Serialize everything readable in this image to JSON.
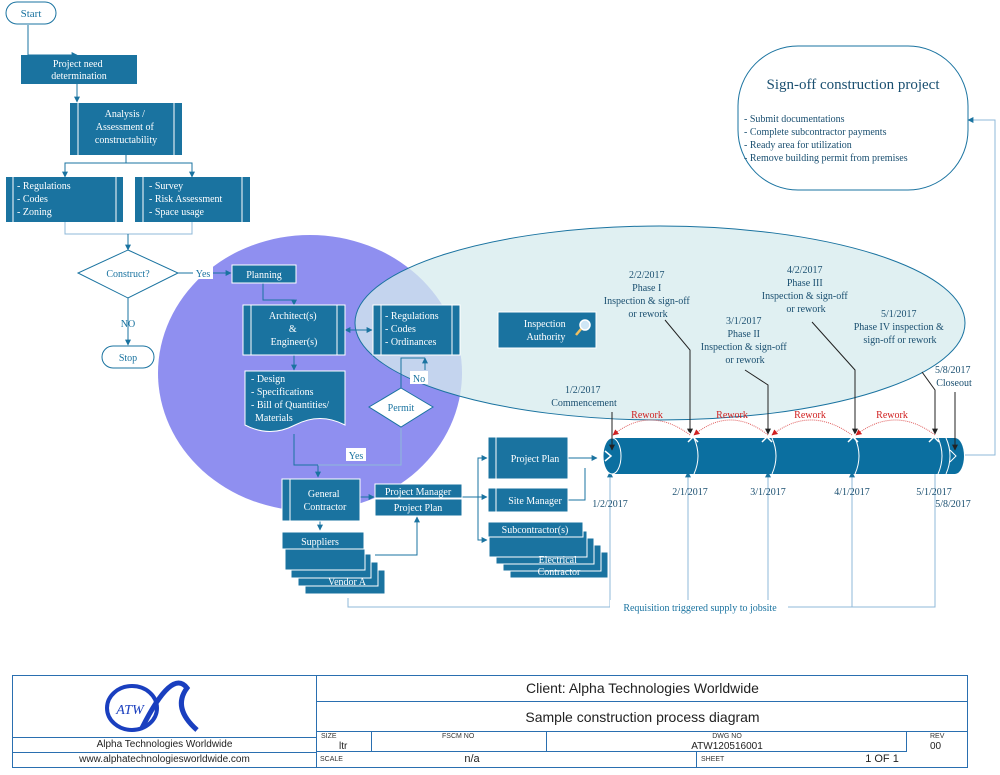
{
  "flow": {
    "start": "Start",
    "need": [
      "Project need",
      "determination"
    ],
    "analysis": [
      "Analysis /",
      "Assessment of",
      "constructability"
    ],
    "reg_left": [
      "- Regulations",
      "- Codes",
      "- Zoning"
    ],
    "survey": [
      "- Survey",
      "- Risk Assessment",
      "- Space usage"
    ],
    "construct": "Construct?",
    "yes1": "Yes",
    "no1": "NO",
    "stop": "Stop",
    "planning": "Planning",
    "architects": [
      "Architect(s)",
      "&",
      "Engineer(s)"
    ],
    "reg_right": [
      "- Regulations",
      "- Codes",
      "- Ordinances"
    ],
    "design": [
      "- Design",
      "- Specifications",
      "- Bill of Quantities/",
      "  Materials"
    ],
    "permit": "Permit",
    "no2": "No",
    "yes2": "Yes",
    "inspection": [
      "Inspection",
      "Authority"
    ],
    "gc": [
      "General",
      "Contractor"
    ],
    "pm": [
      "Project Manager",
      "Project Plan"
    ],
    "suppliers": "Suppliers",
    "vendor": "Vendor A",
    "project_plan": "Project Plan",
    "site_manager": "Site Manager",
    "subcontractors": "Subcontractor(s)",
    "electrical": [
      "Electrical",
      "Contractor"
    ],
    "requisition": "Requisition triggered supply to jobsite",
    "signoff_title": "Sign-off construction project",
    "signoff_items": [
      "- Submit documentations",
      "- Complete subcontractor payments",
      "- Ready area for utilization",
      "- Remove building permit from premises"
    ]
  },
  "timeline": {
    "commencement": [
      "1/2/2017",
      "Commencement"
    ],
    "phase1": [
      "2/2/2017",
      "Phase I",
      "Inspection & sign-off",
      "or rework"
    ],
    "phase2": [
      "3/1/2017",
      "Phase II",
      "Inspection & sign-off",
      "or rework"
    ],
    "phase3": [
      "4/2/2017",
      "Phase III",
      "Inspection & sign-off",
      "or rework"
    ],
    "phase4": [
      "5/1/2017",
      "Phase IV inspection &",
      "sign-off or rework"
    ],
    "closeout": [
      "5/8/2017",
      "Closeout"
    ],
    "rework": "Rework",
    "bottom_dates": [
      "1/2/2017",
      "2/1/2017",
      "3/1/2017",
      "4/1/2017",
      "5/1/2017",
      "5/8/2017"
    ]
  },
  "title_block": {
    "logo_text": "ATW",
    "company": "Alpha Technologies Worldwide",
    "website": "www.alphatechnologiesworldwide.com",
    "client": "Client: Alpha Technologies Worldwide",
    "title": "Sample construction process diagram",
    "size_label": "SIZE",
    "size_value": "ltr",
    "fscm_label": "FSCM NO",
    "dwg_label": "DWG NO",
    "dwg_value": "ATW120516001",
    "rev_label": "REV",
    "rev_value": "00",
    "scale_label": "SCALE",
    "scale_value": "n/a",
    "sheet_label": "SHEET",
    "sheet_value": "1 OF 1"
  },
  "colors": {
    "box": "#1a73a0",
    "box_dark": "#0f5c85",
    "line": "#8fb8d8",
    "purple": "#8f8ff0",
    "ellipse": "#d8ecee",
    "timeline": "#0b6fa0",
    "rework": "#d02020"
  }
}
